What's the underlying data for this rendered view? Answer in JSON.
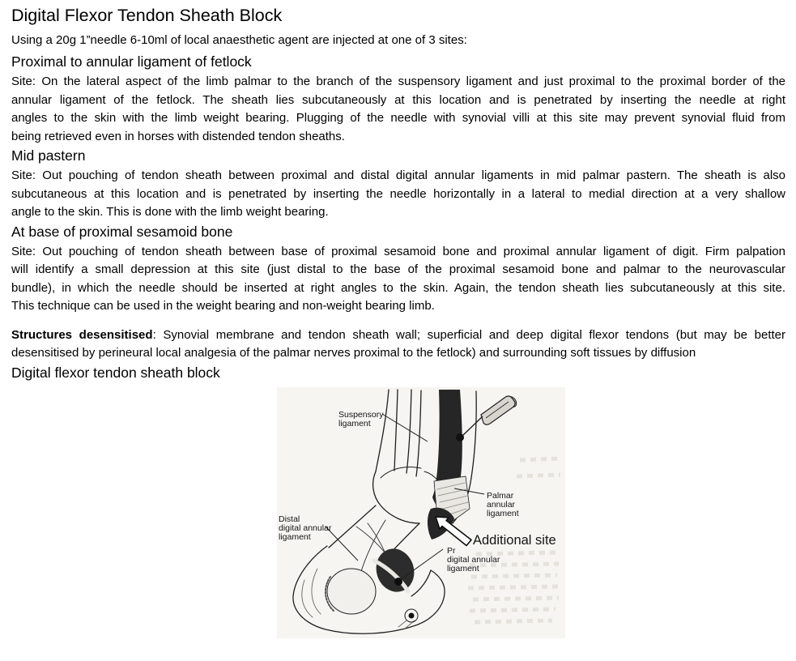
{
  "page": {
    "title": "Digital Flexor Tendon Sheath Block",
    "intro": "Using a 20g 1”needle 6-10ml of local anaesthetic agent are injected at one of 3 sites:"
  },
  "sections": [
    {
      "heading": "Proximal to annular ligament of fetlock",
      "lines": [
        "Site: On the lateral aspect of the limb palmar to the branch of the suspensory ligament and just proximal to the proximal border of the",
        "annular ligament of the fetlock. The sheath lies subcutaneously at this location and is penetrated by inserting the needle at right",
        "angles to the skin with the limb weight bearing. Plugging of the needle with synovial villi at this site may prevent synovial fluid from"
      ],
      "last_line": "being retrieved even in horses with distended tendon sheaths."
    },
    {
      "heading": "Mid pastern",
      "lines": [
        "Site: Out pouching of tendon sheath between proximal and distal digital annular ligaments in mid palmar pastern. The sheath is also",
        "subcutaneous at this location and is penetrated by inserting the needle horizontally in a lateral to medial direction at a very shallow"
      ],
      "last_line": "angle to the skin. This is done with the limb weight bearing."
    },
    {
      "heading": "At base of proximal sesamoid bone",
      "lines": [
        "Site: Out pouching of tendon sheath between base of proximal sesamoid bone and proximal annular ligament of digit. Firm palpation",
        "will identify a small depression at this site (just distal to the base of the proximal sesamoid bone and palmar to the neurovascular",
        "bundle), in which the needle should be inserted at right angles to the skin. Again, the tendon sheath lies subcutaneously at this site."
      ],
      "last_line": "This technique can be used in the weight bearing and non-weight bearing limb."
    }
  ],
  "structures": {
    "label": "Structures desensitised",
    "line1_rest": ": Synovial membrane and tendon sheath wall; superficial and deep digital flexor tendons (but may be better",
    "line2": "desensitised by perineural local analgesia of the palmar nerves proximal to the fetlock) and surrounding soft tissues by diffusion"
  },
  "figure": {
    "heading": "Digital flexor tendon sheath block",
    "labels": {
      "suspensory": {
        "line1": "Suspensory",
        "line2": "ligament"
      },
      "palmar": {
        "line1": "Palmar",
        "line2": "annular",
        "line3": "ligament"
      },
      "distal": {
        "line1": "Distal",
        "line2": "digital annular",
        "line3": "ligament"
      },
      "pr": {
        "line1": "Pr",
        "line2": "digital annular",
        "line3": "ligament"
      },
      "additional_site": "Additional site"
    },
    "colors": {
      "ink": "#1f1f1f",
      "paper": "#f6f5f2",
      "dark_fill": "#262626"
    }
  }
}
